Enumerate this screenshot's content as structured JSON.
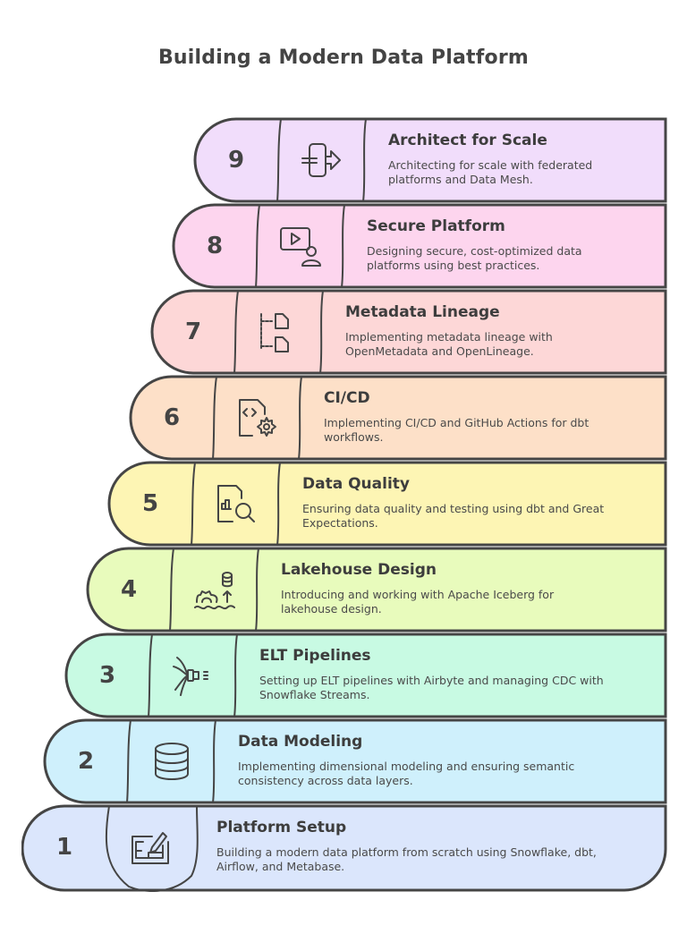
{
  "title": "Building a Modern Data Platform",
  "stroke_color": "#454545",
  "steps": [
    {
      "number": "9",
      "heading": "Architect for Scale",
      "description": "Architecting for scale with federated platforms and Data Mesh.",
      "icon": "split-arrow-icon",
      "color": "#f1ddfb"
    },
    {
      "number": "8",
      "heading": "Secure Platform",
      "description": "Designing secure, cost-optimized data platforms using best practices.",
      "icon": "presenter-icon",
      "color": "#fdd5ee"
    },
    {
      "number": "7",
      "heading": "Metadata Lineage",
      "description": "Implementing metadata lineage with OpenMetadata and OpenLineage.",
      "icon": "file-tree-icon",
      "color": "#fdd7d7"
    },
    {
      "number": "6",
      "heading": "CI/CD",
      "description": "Implementing CI/CD and GitHub Actions for dbt workflows.",
      "icon": "code-file-gear-icon",
      "color": "#fde0c8"
    },
    {
      "number": "5",
      "heading": "Data Quality",
      "description": "Ensuring data quality and testing using dbt and Great Expectations.",
      "icon": "report-search-icon",
      "color": "#fdf5b4"
    },
    {
      "number": "4",
      "heading": "Lakehouse Design",
      "description": "Introducing and working with Apache Iceberg for lakehouse design.",
      "icon": "lakehouse-icon",
      "color": "#e8fbbc"
    },
    {
      "number": "3",
      "heading": "ELT Pipelines",
      "description": "Setting up ELT pipelines with Airbyte and managing CDC with Snowflake Streams.",
      "icon": "pipeline-connector-icon",
      "color": "#c8fae3"
    },
    {
      "number": "2",
      "heading": "Data Modeling",
      "description": "Implementing dimensional modeling and ensuring semantic consistency across data layers.",
      "icon": "database-icon",
      "color": "#cff0fc"
    },
    {
      "number": "1",
      "heading": "Platform Setup",
      "description": "Building a modern data platform from scratch using Snowflake, dbt, Airflow, and Metabase.",
      "icon": "blueprint-edit-icon",
      "color": "#dbe6fc"
    }
  ]
}
